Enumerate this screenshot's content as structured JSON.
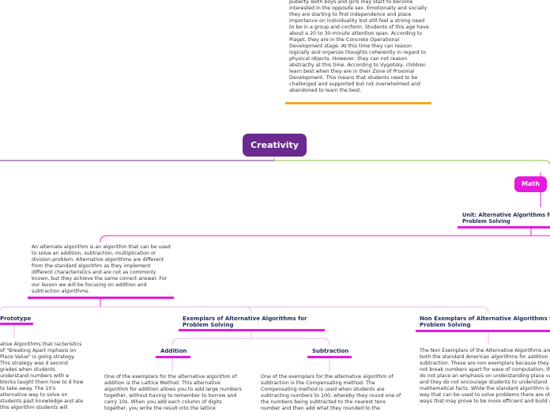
{
  "central_topic": "Creativity",
  "branch_math": "Math",
  "unit_title": "Unit: Alternative Algorithms for Problem Solving",
  "top_note": "puberty. Both boys and girls may start to become interested in the opposite sex. Emotionally and socially they are starting to find independence and place importance on individuality but still feel a strong need to be in a group and conform. Students of this age have about a 20 to 30-minute attention span. According to Piaget, they are in the Concrete Operational Development stage. At this time they can reason logically and organize thoughts coherently in regard to physical objects. However, they can not reason abstractly at this time. According to Vygotsky, children learn best when they are in their Zone of Proximal Development. This means that students need to be challenged and supported but not overwhelmed and abandoned to learn the best.",
  "definition_note": "An alternate algorithm is an algorithm that can be used to solve an addition, subtraction, multiplication or division problem. Alternative algorithms are different from the standard algorithm as they implement different characteristics and are not as commonly known, but they achieve the same correct answer. For our lesson we will be focusing on addition and subtraction algorithms.",
  "prototype_title": "Prototype",
  "prototype_note": "ative Algorithms that racteristics of \"Breaking Apart mphasis on Place Value\" is going strategy. This strategy was d second grades when students understand numbers with e blocks taught them how to d how to take away. The 10's alternative way to solve on students past knowledge and ate this algorithm students will",
  "exemplars_title": "Exemplars of Alternative Algorithms for Problem Solving",
  "addition_title": "Addition",
  "addition_note": "One of the exemplars for the alternative algorithm of addition is the Lattice Method. This alternative algorithm for addition allows you to add large numbers together, without having to remember to borrow and carry 10s. When you add each column of digits together, you write the result into the lattice",
  "subtraction_title": "Subtraction",
  "subtraction_note": "One of the exemplars for the alternative algorithm of subtraction is the Compensating method. The Compensating method is used when students  are subtracting numbers to 100, whereby they round one of the numbers being subtracted to the nearest tens number and then add what they rounded to the",
  "non_exemplars_title": "Non Exemplars of Alternative Algorithms for Problem Solving",
  "non_exemplars_note": "The Non Exemplars of the Alternative Algorithms are both the standard American algorithms for addition and subtraction. These are non exemplars because they do not break numbers apart for ease of computation, they do not place an emphasis on understanding place value and they do not encourage students to understand mathematical facts. While the standard algorithm is one way that can be used to solve problems there are other ways that may prove to be more efficient and build a",
  "colors": {
    "central": "#6a2a8e",
    "math": "#e619e0",
    "orange": "#f5a623",
    "green": "#8cc63f",
    "magenta": "#e619e0",
    "purple": "#6a2a8e"
  }
}
